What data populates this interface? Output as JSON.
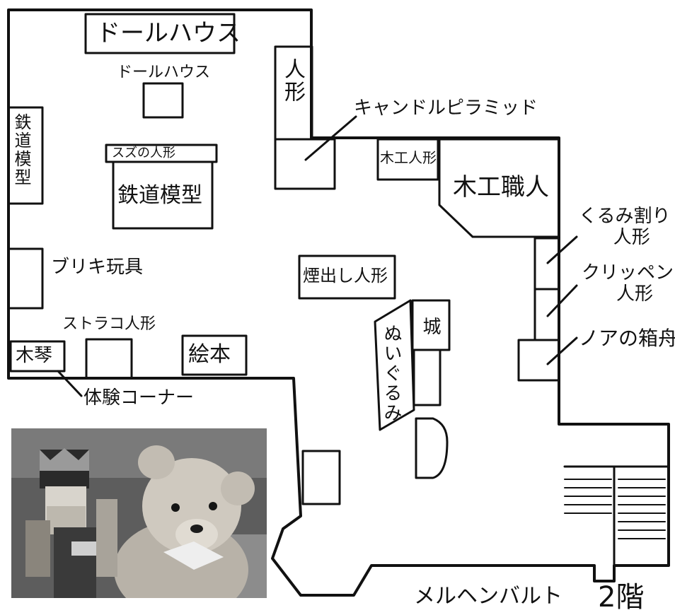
{
  "map": {
    "rooms": {
      "dollhouse_sign": "ドールハウス",
      "dollhouse_small": "ドールハウス",
      "dolls": "人形",
      "candle_pyramid": "キャンドルピラミッド",
      "wooden_doll": "木工人形",
      "woodworker": "木工職人",
      "railway_side": "鉄道模型",
      "suzu_dolls": "スズの人形",
      "railway_center": "鉄道模型",
      "tin_toys": "ブリキ玩具",
      "smoking_man": "煙出し人形",
      "nutcracker_line1": "くるみ割り",
      "nutcracker_line2": "人形",
      "clip_doll_line1": "クリッペン",
      "clip_doll_line2": "人形",
      "noahs_ark": "ノアの箱舟",
      "stratico_doll": "ストラコ人形",
      "castle": "城",
      "plush": "ぬいぐるみ",
      "xylophone": "木琴",
      "picture_book": "絵本",
      "experience_corner": "体験コーナー"
    },
    "footer": {
      "title": "メルヘンバルト",
      "floor": "2階"
    }
  },
  "photo": {
    "subjects": [
      "nutcracker-doll",
      "teddy-bear"
    ],
    "style": "grayscale"
  },
  "colors": {
    "ink": "#111111",
    "paper": "#ffffff"
  }
}
